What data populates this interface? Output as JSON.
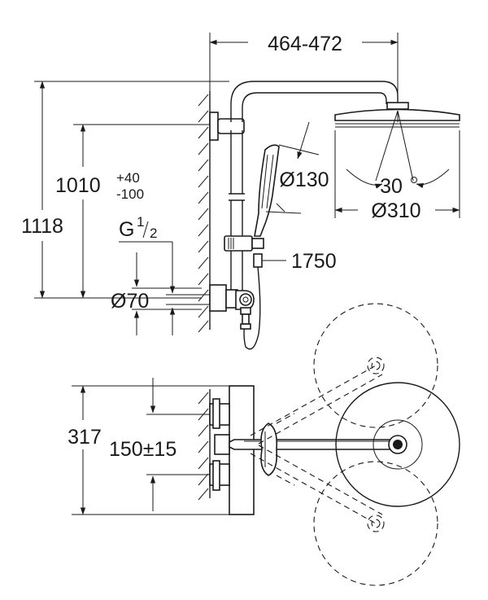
{
  "dimensions": {
    "width_range": "464-472",
    "total_height": "1118",
    "rail_height": "1010",
    "rail_height_plus": "+40",
    "rail_height_minus": "-100",
    "thread_prefix": "G",
    "thread_fraction_num": "1",
    "thread_fraction_den": "2",
    "rosette_diameter": "Ø70",
    "hand_shower_diameter": "Ø130",
    "head_shower_diameter": "Ø310",
    "tilt_angle": "30",
    "hose_length": "1750",
    "projection_depth": "317",
    "center_distance": "150±15"
  },
  "colors": {
    "line": "#1a1a1a",
    "background": "#ffffff"
  }
}
